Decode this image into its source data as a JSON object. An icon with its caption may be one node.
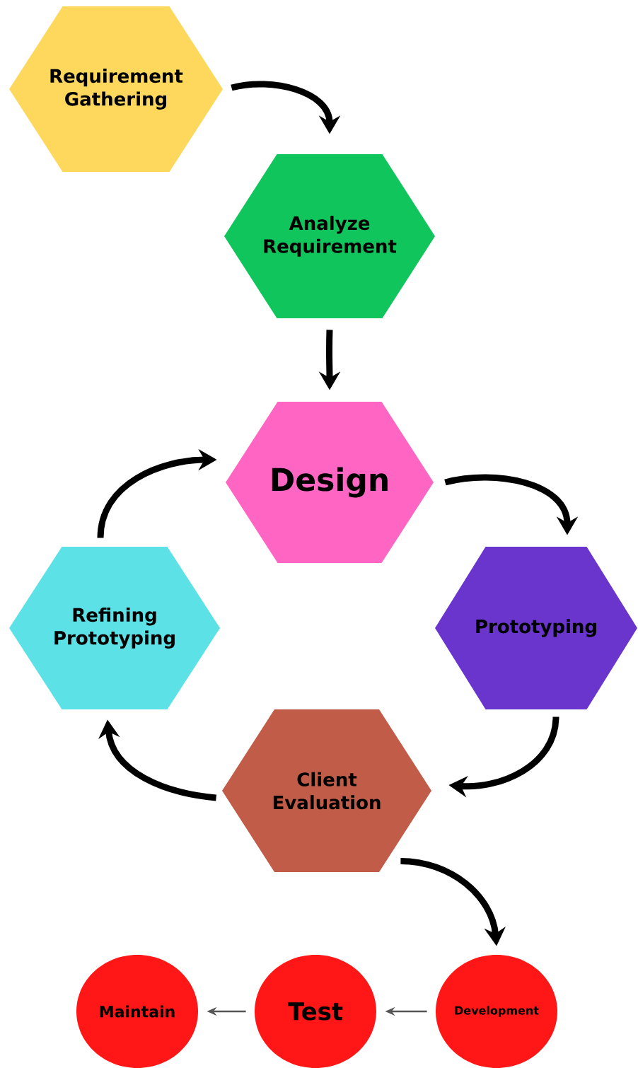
{
  "diagram": {
    "nodes": [
      {
        "text": [
          "Requirement Gathering"
        ]
      },
      {
        "text": [
          "Analyze Requirement"
        ]
      },
      {
        "text": [
          "Design"
        ]
      },
      {
        "text": [
          "Prototyping"
        ]
      },
      {
        "text": [
          "Client Evaluation"
        ]
      },
      {
        "text": [
          "Refining Prototyping"
        ]
      },
      {
        "text": [
          "Development"
        ]
      },
      {
        "text": [
          "Test"
        ]
      },
      {
        "text": [
          "Maintain"
        ]
      }
    ],
    "edges": [
      {
        "from": 0,
        "to": 1,
        "arrow": "to"
      },
      {
        "from": 1,
        "to": 2,
        "arrow": "to"
      },
      {
        "from": 2,
        "to": 3,
        "arrow": "to"
      },
      {
        "from": 3,
        "to": 4,
        "arrow": "to"
      },
      {
        "from": 4,
        "to": 5,
        "arrow": "to"
      },
      {
        "from": 5,
        "to": 2,
        "arrow": "to"
      },
      {
        "from": 4,
        "to": 6,
        "arrow": "to"
      },
      {
        "from": 6,
        "to": 7,
        "arrow": "to",
        "color": "#555555"
      },
      {
        "from": 7,
        "to": 8,
        "arrow": "to",
        "color": "#555555"
      }
    ]
  }
}
